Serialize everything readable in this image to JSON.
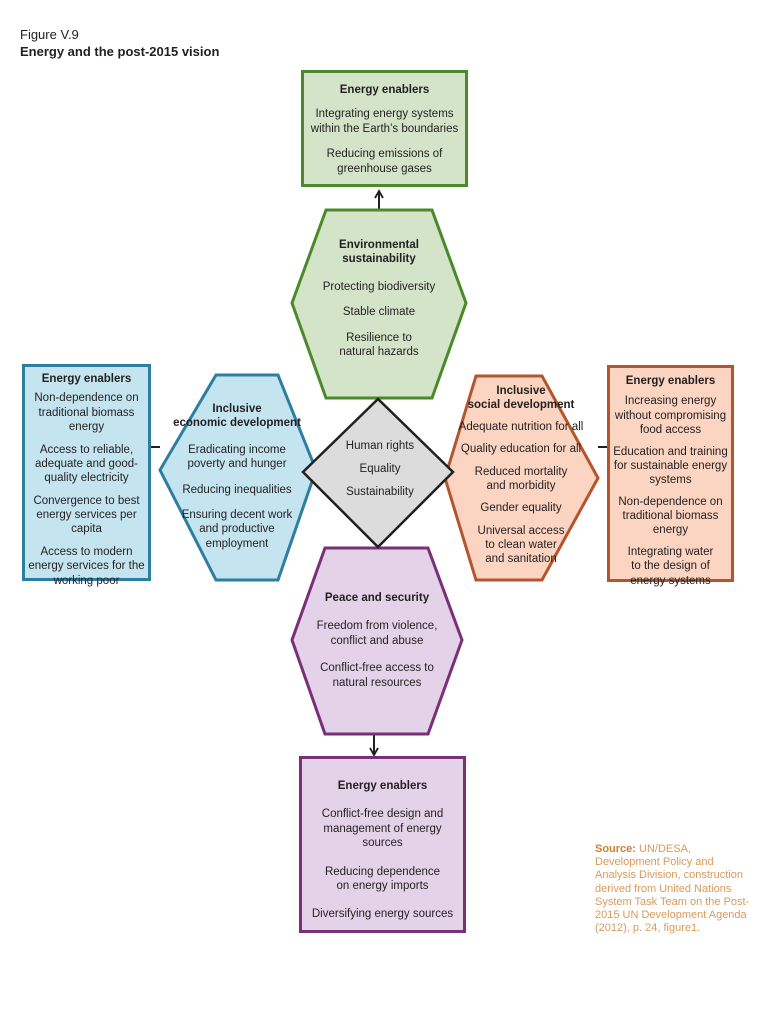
{
  "figure": {
    "label": "Figure V.9",
    "title": "Energy and the post-2015 vision"
  },
  "center": {
    "items": [
      "Human rights",
      "Equality",
      "Sustainability"
    ]
  },
  "environmental": {
    "title": "Environmental sustainability",
    "title_line1": "Environmental",
    "title_line2": "sustainability",
    "items": [
      "Protecting biodiversity",
      "Stable climate",
      "Resilience to natural hazards"
    ],
    "enablers": {
      "heading": "Energy enablers",
      "items": [
        "Integrating energy systems within the Earth’s boundaries",
        "Reducing emissions of greenhouse gases"
      ]
    }
  },
  "economic": {
    "title": "Inclusive economic development",
    "title_line1": "Inclusive",
    "title_line2": "economic development",
    "items": [
      "Eradicating income poverty and hunger",
      "Reducing inequalities",
      "Ensuring decent work and productive employment"
    ],
    "enablers": {
      "heading": "Energy enablers",
      "items": [
        "Non-dependence on traditional biomass energy",
        "Access to reliable, adequate and good-quality electricity",
        "Convergence to best energy services per capita",
        "Access to modern energy services for the working poor"
      ]
    }
  },
  "social": {
    "title": "Inclusive social development",
    "title_line1": "Inclusive",
    "title_line2": "social development",
    "items": [
      "Adequate nutrition for all",
      "Quality education for all",
      "Reduced mortality and morbidity",
      "Gender equality",
      "Universal access to clean water and sanitation"
    ],
    "enablers": {
      "heading": "Energy enablers",
      "items": [
        "Increasing energy without compromising food access",
        "Education and training for sustainable energy systems",
        "Non-dependence on traditional biomass energy",
        "Integrating water to the design of energy systems"
      ]
    }
  },
  "peace": {
    "title": "Peace and security",
    "items": [
      "Freedom from violence, conflict and abuse",
      "Conflict-free access to natural resources"
    ],
    "enablers": {
      "heading": "Energy enablers",
      "items": [
        "Conflict-free design and management of energy sources",
        "Reducing dependence on energy imports",
        "Diversifying energy sources"
      ]
    }
  },
  "source": {
    "label": "Source:",
    "text": "UN/DESA, Development Policy and Analysis Division, construction derived from United Nations System Task Team on the Post-2015 UN Development Agenda (2012), p. 24, figure1."
  },
  "colors": {
    "environmental_stroke": "#4a8a2a",
    "environmental_fill": "#d4e4c8",
    "economic_stroke": "#2e7ea0",
    "economic_fill": "#c4e4f0",
    "social_stroke": "#b4552e",
    "social_fill": "#fbd4c2",
    "peace_stroke": "#7a3078",
    "peace_fill": "#e4d2e8",
    "center_fill": "#dcdcdc",
    "source_text": "#d89a5a"
  }
}
